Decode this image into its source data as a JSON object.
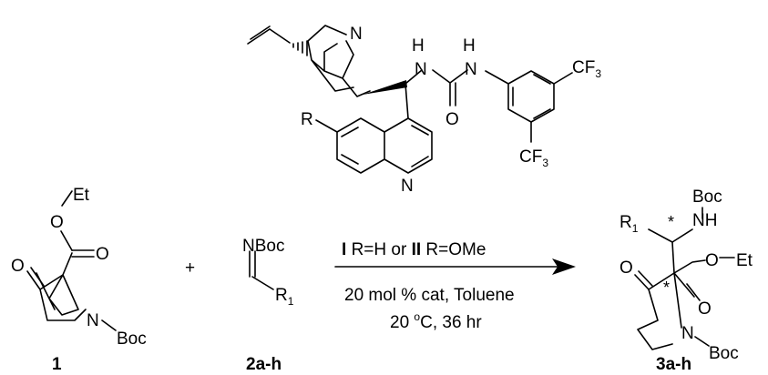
{
  "catalyst": {
    "atom_N": "N",
    "atom_NH_left": "N",
    "atom_H_left": "H",
    "atom_NH_right": "N",
    "atom_H_right": "H",
    "atom_O": "O",
    "substituent_R": "R",
    "quinoline_N": "N",
    "cf3_top_main": "CF",
    "cf3_top_sub": "3",
    "cf3_bottom_main": "CF",
    "cf3_bottom_sub": "3"
  },
  "compound_1": {
    "label": "1",
    "ethyl": "Et",
    "ester_O": "O",
    "carbonyl_O": "O",
    "ketone_O": "O",
    "ring_N": "N",
    "boc": "Boc"
  },
  "plus": "+",
  "compound_2": {
    "label": "2a-h",
    "imine": "NBoc",
    "r_main": "R",
    "r_sub": "1"
  },
  "conditions": {
    "line1_cat1": "I",
    "line1_text1": "R=H or ",
    "line1_cat2": "II",
    "line1_text2": "R=OMe",
    "line2": "20 mol % cat, Toluene",
    "line3_pre": "20 ",
    "line3_sup": "o",
    "line3_post": "C, 36 hr"
  },
  "product": {
    "label": "3a-h",
    "boc_top": "Boc",
    "nh_n": "N",
    "nh_h": "H",
    "r_main": "R",
    "r_sub": "1",
    "star_upper": "*",
    "star_lower": "*",
    "ester_O": "O",
    "ethyl": "Et",
    "carbonyl_O": "O",
    "ketone_O": "O",
    "ring_N": "N",
    "boc": "Boc"
  }
}
